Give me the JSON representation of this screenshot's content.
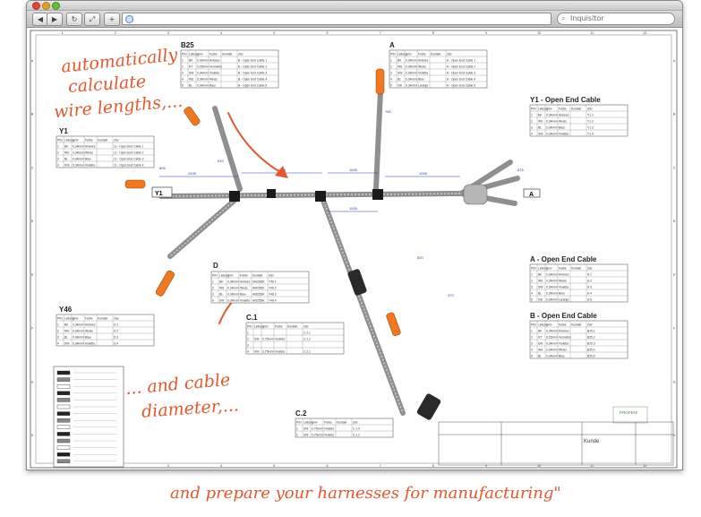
{
  "browser": {
    "search_placeholder": "Inquisitor",
    "nav_icons": [
      "back-arrow-icon",
      "forward-arrow-icon",
      "reload-icon",
      "expand-icon",
      "add-icon",
      "globe-icon",
      "search-icon"
    ]
  },
  "captions": {
    "line1": "automatically",
    "line2": "calculate",
    "line3": "wire lengths,...",
    "line4": "... and cable",
    "line5": "diameter,...",
    "bottom": "and prepare your harnesses for manufacturing\""
  },
  "colors": {
    "caption": "#e4572e",
    "connector": "#f07820",
    "cable": "#9a9a9a"
  },
  "drawing": {
    "connectors": {
      "b25": "B25",
      "a": "A",
      "y1_open": "Y1 - Open End Cable",
      "y1": "Y1",
      "d": "D",
      "y46": "Y46",
      "a_open": "A - Open End Cable",
      "b_open": "B - Open End Cable",
      "c1": "C.1",
      "c2": "C.2"
    },
    "table_header": [
      "PIN",
      "Leitung",
      "mm²",
      "Farbe",
      "Kontakt",
      "Ziel"
    ],
    "b25_rows": [
      [
        "1",
        "BK",
        "0,34mm²",
        "Antares",
        "",
        "B - Open End Cable 1"
      ],
      [
        "2",
        "RT",
        "0,25mm²",
        "Vermelho",
        "",
        "B - Open End Cable 2"
      ],
      [
        "3",
        "SW",
        "0,34mm²",
        "Violetta",
        "",
        "B - Open End Cable 3"
      ],
      [
        "4",
        "WS",
        "0,34mm²",
        "Weiss",
        "",
        "B - Open End Cable 4"
      ],
      [
        "5",
        "BL",
        "0,34mm²",
        "Blau",
        "",
        "B - Open End Cable 5"
      ]
    ],
    "a_rows": [
      [
        "1",
        "BK",
        "0,34mm²",
        "Antares",
        "",
        "A - Open End Cable 1"
      ],
      [
        "2",
        "WS",
        "0,34mm²",
        "Weiss",
        "",
        "A - Open End Cable 2"
      ],
      [
        "3",
        "SW",
        "0,34mm²",
        "Violetta",
        "",
        "A - Open End Cable 3"
      ],
      [
        "4",
        "BL",
        "0,34mm²",
        "Blau",
        "",
        "A - Open End Cable 4"
      ],
      [
        "5",
        "GB",
        "0,34mm²",
        "Laranja",
        "",
        "A - Open End Cable 5"
      ]
    ],
    "y1_rows": [
      [
        "1",
        "BK",
        "0,34mm²",
        "Antares",
        "",
        "11 - Open End Cable 1"
      ],
      [
        "2",
        "WS",
        "0,34mm²",
        "Weiss",
        "",
        "11 - Open End Cable 2"
      ],
      [
        "3",
        "BL",
        "0,34mm²",
        "Blau",
        "",
        "11 - Open End Cable 3"
      ],
      [
        "4",
        "SW",
        "0,34mm²",
        "Violetta",
        "",
        "11 - Open End Cable 4"
      ]
    ],
    "y1_open_rows": [
      [
        "1",
        "BK",
        "0,34mm²",
        "Antares",
        "",
        "Y1.1"
      ],
      [
        "2",
        "WS",
        "0,34mm²",
        "Weiss",
        "",
        "Y1.2"
      ],
      [
        "3",
        "BL",
        "0,34mm²",
        "Blau",
        "",
        "Y1.3"
      ],
      [
        "4",
        "SW",
        "0,34mm²",
        "Violetta",
        "",
        "Y1.4"
      ]
    ],
    "d_rows": [
      [
        "1",
        "BK",
        "0,34mm²",
        "Antares",
        "A06353K",
        "Y46.1"
      ],
      [
        "2",
        "WS",
        "0,34mm²",
        "Weiss",
        "A06353K",
        "Y46.2"
      ],
      [
        "3",
        "BL",
        "0,34mm²",
        "Blau",
        "A06353K",
        "Y46.3"
      ],
      [
        "4",
        "SW",
        "0,34mm²",
        "Violetta",
        "A06353K",
        "Y46.4"
      ]
    ],
    "y46_rows": [
      [
        "1",
        "BK",
        "0,34mm²",
        "Antares",
        "",
        "D.1"
      ],
      [
        "2",
        "WS",
        "0,34mm²",
        "Weiss",
        "",
        "D.2"
      ],
      [
        "3",
        "BL",
        "0,34mm²",
        "Blau",
        "",
        "D.3"
      ],
      [
        "4",
        "SW",
        "0,34mm²",
        "Violetta",
        "",
        "D.4"
      ]
    ],
    "a_open_rows": [
      [
        "1",
        "BK",
        "0,34mm²",
        "Antares",
        "",
        "A.1"
      ],
      [
        "2",
        "WS",
        "0,34mm²",
        "Weiss",
        "",
        "A.2"
      ],
      [
        "3",
        "SW",
        "0,34mm²",
        "Violetta",
        "",
        "A.3"
      ],
      [
        "4",
        "BL",
        "0,34mm²",
        "Blau",
        "",
        "A.4"
      ],
      [
        "5",
        "GB",
        "0,34mm²",
        "Laranja",
        "",
        "A.5"
      ]
    ],
    "b_open_rows": [
      [
        "1",
        "BK",
        "0,34mm²",
        "Antares",
        "",
        "B25.1"
      ],
      [
        "2",
        "RT",
        "0,25mm²",
        "Vermelho",
        "",
        "B25.2"
      ],
      [
        "3",
        "SW",
        "0,34mm²",
        "Violetta",
        "",
        "B25.3"
      ],
      [
        "4",
        "WS",
        "0,34mm²",
        "Weiss",
        "",
        "B25.4"
      ],
      [
        "5",
        "BL",
        "0,34mm²",
        "Blau",
        "",
        "B25.5"
      ]
    ],
    "c1_rows": [
      [
        "1",
        "",
        "",
        "",
        "",
        "C.2.1"
      ],
      [
        "2",
        "SW",
        "0,75mm²",
        "Violetta",
        "",
        "C.2.2"
      ],
      [
        "3",
        "",
        "",
        "",
        "",
        ""
      ],
      [
        "4",
        "SW",
        "0,75mm²",
        "Violetta",
        "",
        "C.2.1"
      ]
    ],
    "c2_rows": [
      [
        "1",
        "SW",
        "0,75mm²",
        "Violetta",
        "",
        "C.1.4"
      ],
      [
        "2",
        "SW",
        "0,75mm²",
        "Violetta",
        "",
        "C.1.2"
      ]
    ],
    "dimensions": [
      "2435",
      "1640",
      "1645",
      "1005",
      "1005",
      "805",
      "875",
      "610",
      "760",
      "520",
      "470"
    ],
    "zone_numbers": [
      "1",
      "2",
      "3",
      "4",
      "5",
      "6",
      "7",
      "8",
      "9",
      "10",
      "11",
      "12"
    ],
    "zone_letters": [
      "A",
      "B",
      "C",
      "D",
      "E",
      "F",
      "G",
      "H"
    ],
    "title_block": {
      "customer": "Kunde",
      "stamp": "PROFEN!"
    }
  }
}
